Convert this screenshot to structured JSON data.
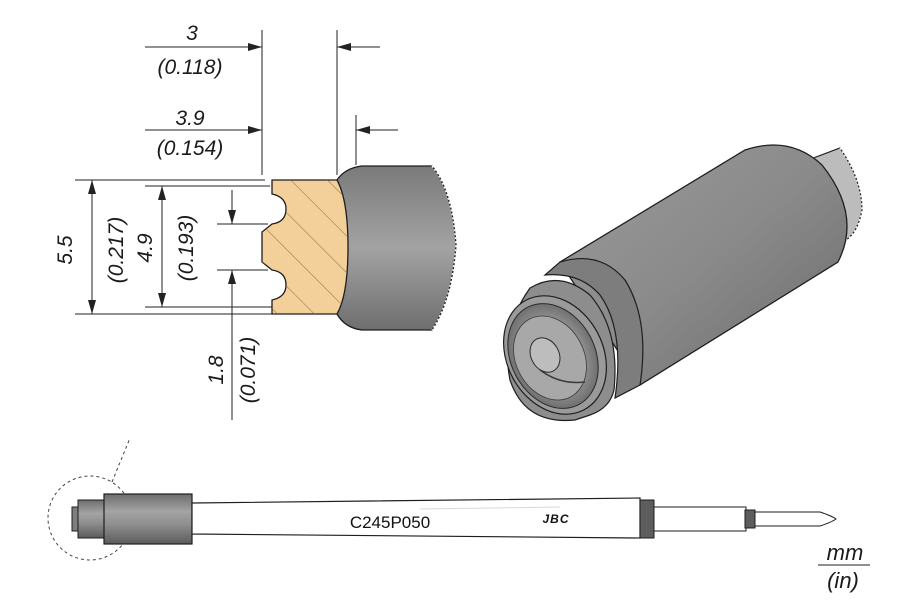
{
  "dimensions": {
    "top_inner": {
      "mm": "3",
      "in": "(0.118)"
    },
    "top_outer": {
      "mm": "3.9",
      "in": "(0.154)"
    },
    "outer_diameter": {
      "mm": "5.5",
      "in": "(0.217)"
    },
    "inner_diameter": {
      "mm": "4.9",
      "in": "(0.193)"
    },
    "pin_diameter": {
      "mm": "1.8",
      "in": "(0.071)"
    }
  },
  "model_code": "C245P050",
  "brand": "JBC",
  "units": {
    "primary": "mm",
    "secondary": "(in)"
  },
  "colors": {
    "metal_fill": "#8c8c8c",
    "metal_dark": "#6a6a6a",
    "section_fill": "#f3cf99",
    "stroke": "#1e1e1e"
  }
}
